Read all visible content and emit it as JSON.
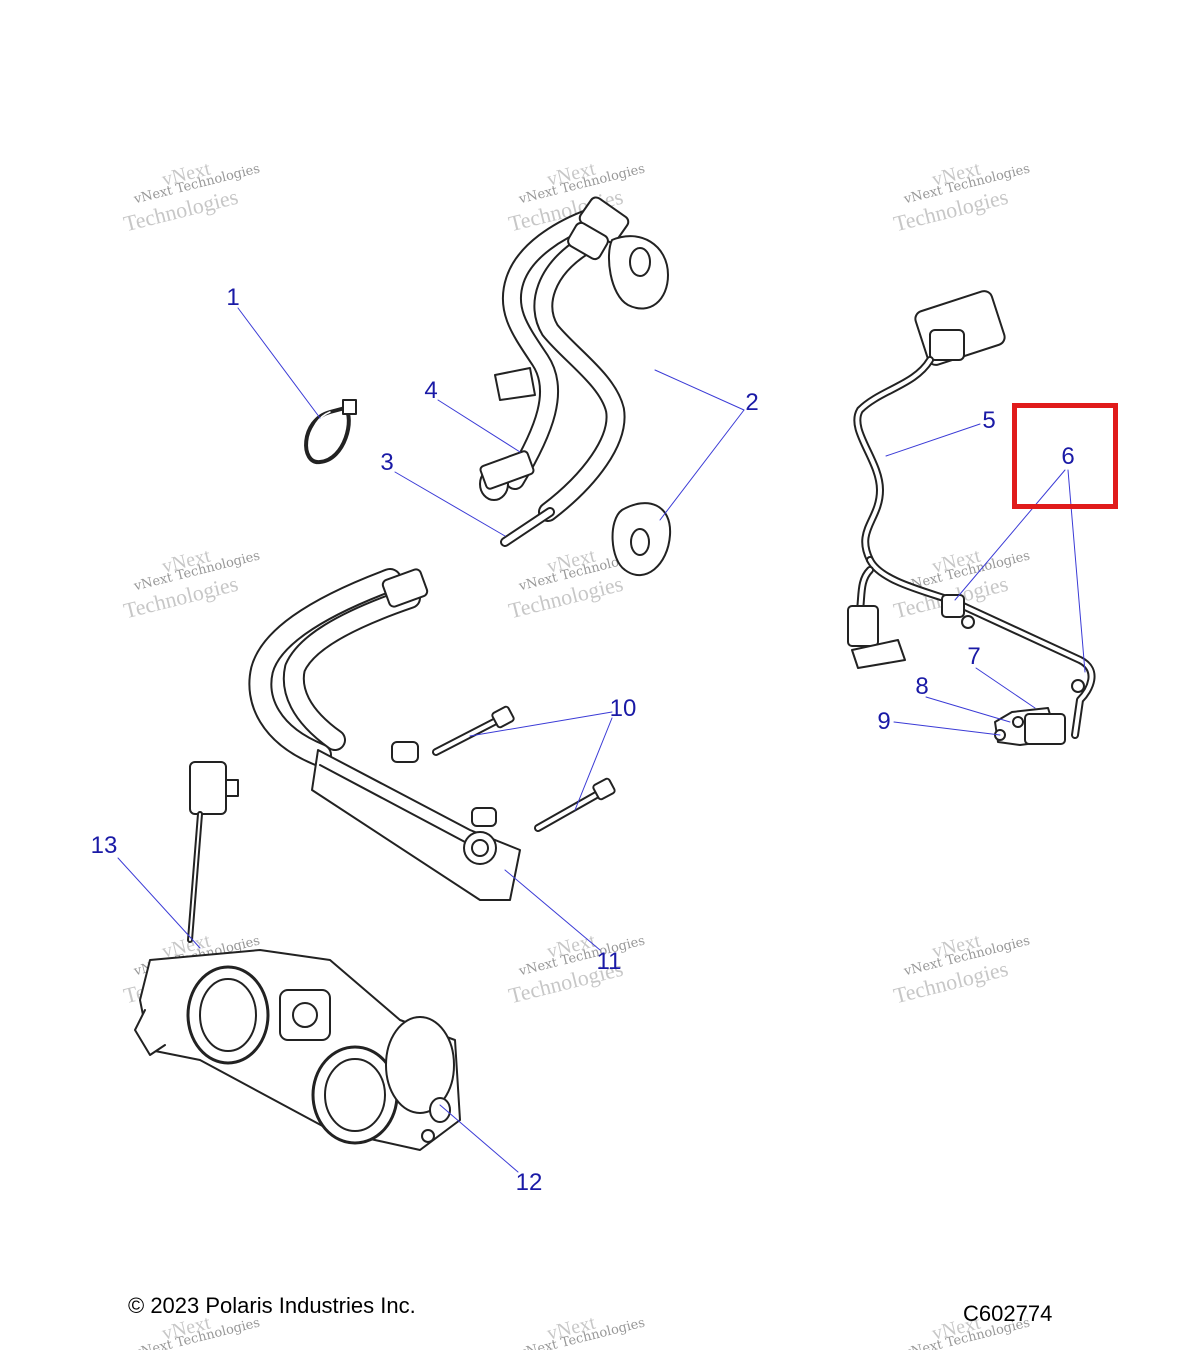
{
  "diagram": {
    "callouts": [
      "1",
      "2",
      "3",
      "4",
      "5",
      "6",
      "7",
      "8",
      "9",
      "10",
      "11",
      "12",
      "13"
    ],
    "watermark": {
      "line1": "vNext",
      "line2": "vNext Technologies",
      "line3": "Technologies"
    },
    "copyright": "© 2023 Polaris Industries Inc.",
    "figure_id": "C602774",
    "colors": {
      "callout": "#1a1aa6",
      "leader_line": "#3b3bd6",
      "part_outline": "#222222",
      "highlight_box": "#e01b1b"
    }
  }
}
